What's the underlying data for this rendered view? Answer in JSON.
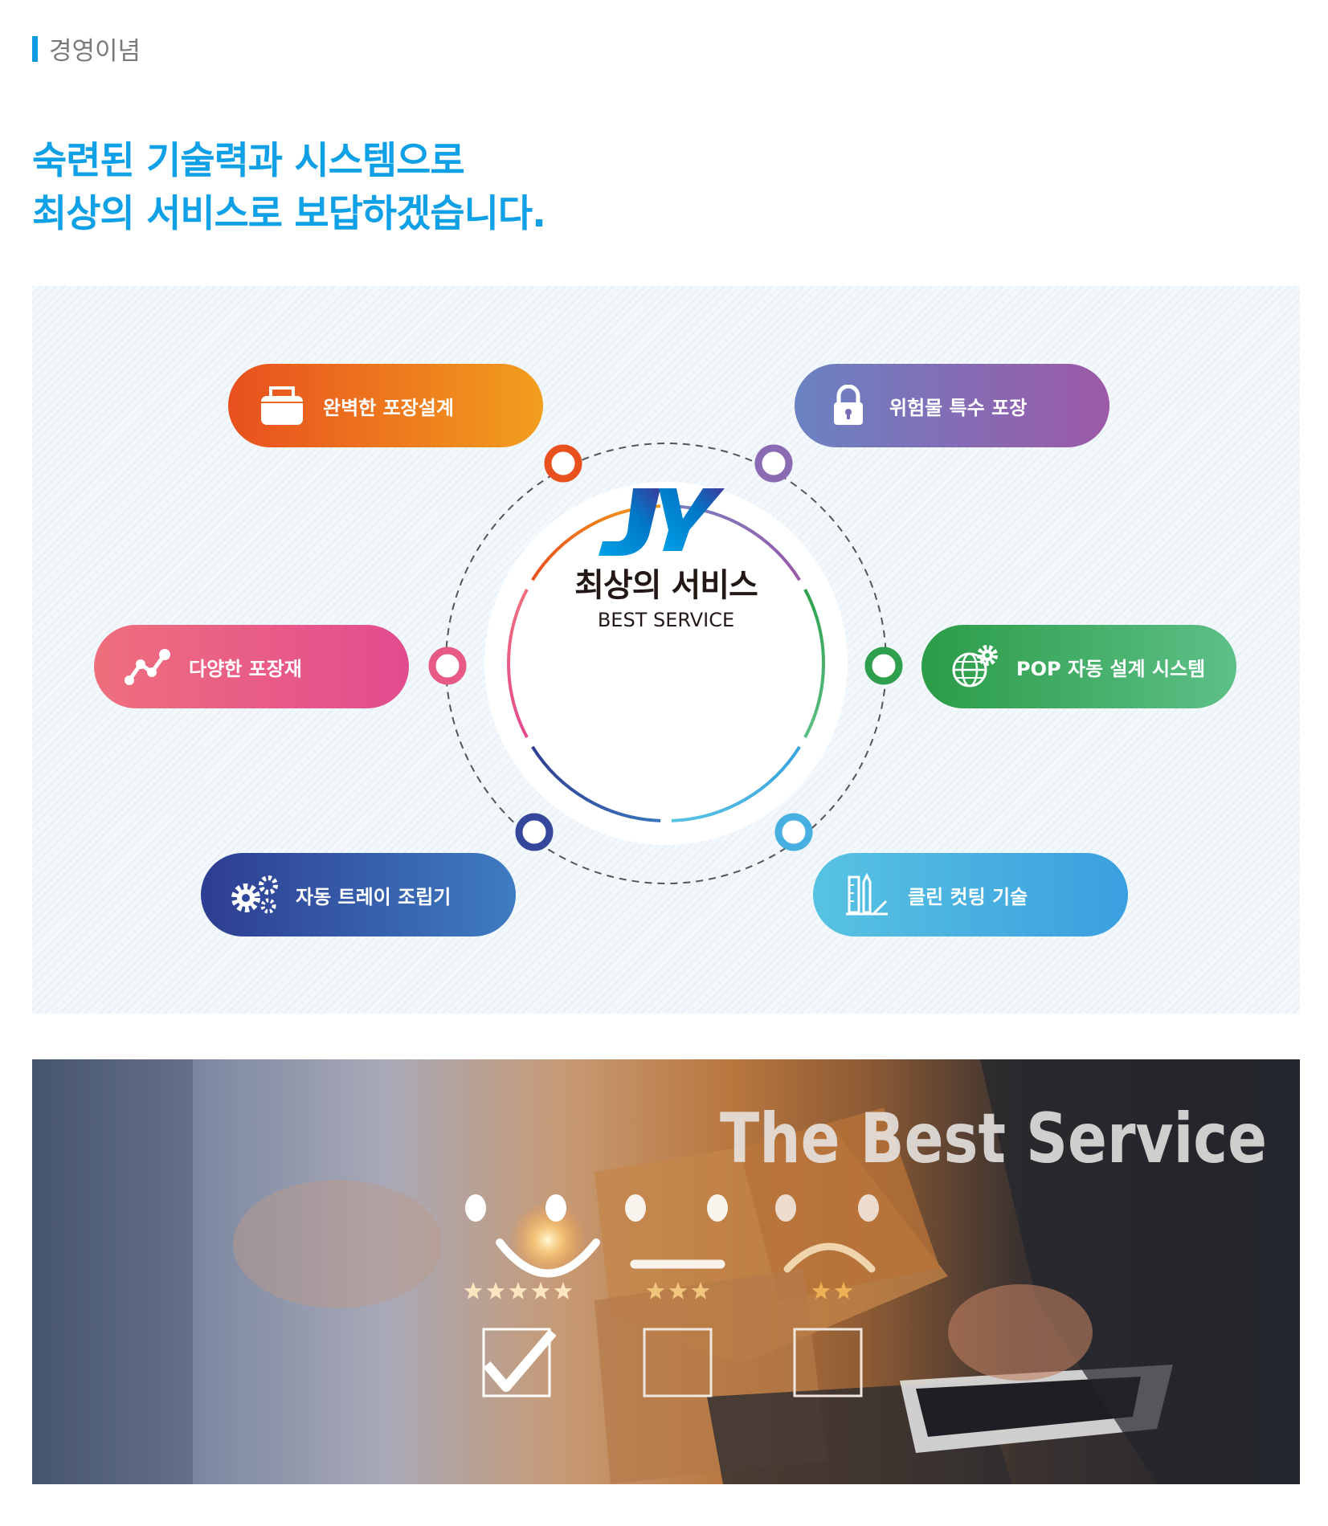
{
  "section": {
    "label": "경영이념",
    "accent": "#0a9be3"
  },
  "headline": {
    "line1": "숙련된 기술력과 시스템으로",
    "line2": "최상의 서비스로 보답하겠습니다."
  },
  "diagram": {
    "center": {
      "title": "최상의 서비스",
      "subtitle": "BEST SERVICE",
      "logo": "JY"
    },
    "items": [
      {
        "label": "완벽한 포장설계",
        "icon": "toolbox-icon",
        "color": "#ec6a1f"
      },
      {
        "label": "위험물 특수 포장",
        "icon": "lock-icon",
        "color": "#8a6ab3"
      },
      {
        "label": "다양한 포장재",
        "icon": "nodes-icon",
        "color": "#e85a86"
      },
      {
        "label": "POP 자동 설계 시스템",
        "icon": "globe-gear-icon",
        "color": "#3fae63"
      },
      {
        "label": "자동 트레이 조립기",
        "icon": "gears-icon",
        "color": "#34559f"
      },
      {
        "label": "클린 컷팅 기술",
        "icon": "ruler-pencil-icon",
        "color": "#47b0e1"
      }
    ]
  },
  "banner": {
    "title": "The Best Service",
    "ratings": [
      {
        "face": "smile",
        "stars": 5,
        "checked": true
      },
      {
        "face": "neutral",
        "stars": 3,
        "checked": false
      },
      {
        "face": "sad",
        "stars": 2,
        "checked": false
      }
    ]
  }
}
